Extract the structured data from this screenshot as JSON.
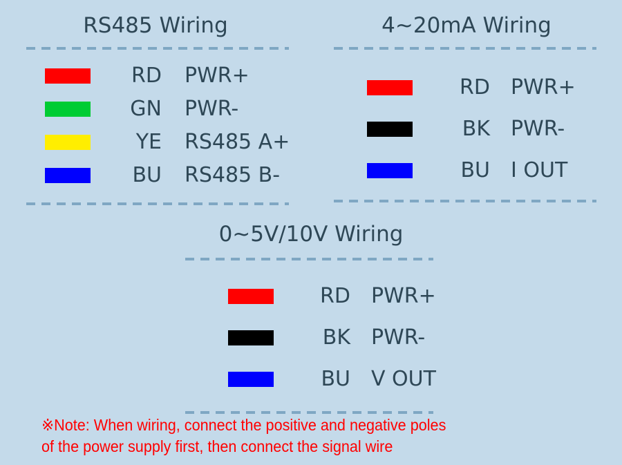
{
  "background_color": "#c4daea",
  "text_color": "#2e4756",
  "rule_color": "#7fa7c3",
  "panels": [
    {
      "id": "rs485",
      "title": "RS485 Wiring",
      "rows": [
        {
          "color": "#ff0000",
          "color_name": "red-swatch",
          "code": "RD",
          "desc": "PWR+"
        },
        {
          "color": "#00cc33",
          "color_name": "green-swatch",
          "code": "GN",
          "desc": "PWR-"
        },
        {
          "color": "#ffee00",
          "color_name": "yellow-swatch",
          "code": "YE",
          "desc": "RS485 A+"
        },
        {
          "color": "#0000ff",
          "color_name": "blue-swatch",
          "code": "BU",
          "desc": "RS485 B-"
        }
      ]
    },
    {
      "id": "ma420",
      "title": "4~20mA Wiring",
      "rows": [
        {
          "color": "#ff0000",
          "color_name": "red-swatch",
          "code": "RD",
          "desc": "PWR+"
        },
        {
          "color": "#000000",
          "color_name": "black-swatch",
          "code": "BK",
          "desc": "PWR-"
        },
        {
          "color": "#0000ff",
          "color_name": "blue-swatch",
          "code": "BU",
          "desc": "I OUT"
        }
      ]
    },
    {
      "id": "v0510",
      "title": "0~5V/10V Wiring",
      "rows": [
        {
          "color": "#ff0000",
          "color_name": "red-swatch",
          "code": "RD",
          "desc": "PWR+"
        },
        {
          "color": "#000000",
          "color_name": "black-swatch",
          "code": "BK",
          "desc": "PWR-"
        },
        {
          "color": "#0000ff",
          "color_name": "blue-swatch",
          "code": "BU",
          "desc": "V OUT"
        }
      ]
    }
  ],
  "note": {
    "color": "#ff0000",
    "line1": "※Note: When wiring, connect the positive and negative poles",
    "line2": "of the power supply first, then connect the signal wire"
  }
}
